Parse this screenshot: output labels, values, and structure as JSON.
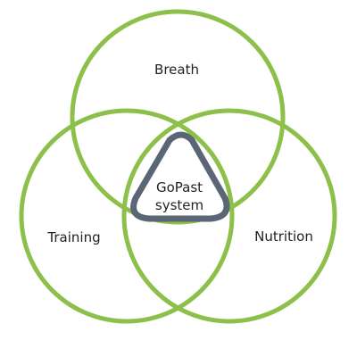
{
  "colors": {
    "circle_stroke": "#8dc04a",
    "triangle_stroke": "#5a6675",
    "text": "#222222",
    "background": "#ffffff"
  },
  "diagram": {
    "circles": [
      {
        "label": "Breath"
      },
      {
        "label": "Training"
      },
      {
        "label": "Nutrition"
      }
    ],
    "center": {
      "line1": "GoPast",
      "line2": "system"
    }
  }
}
